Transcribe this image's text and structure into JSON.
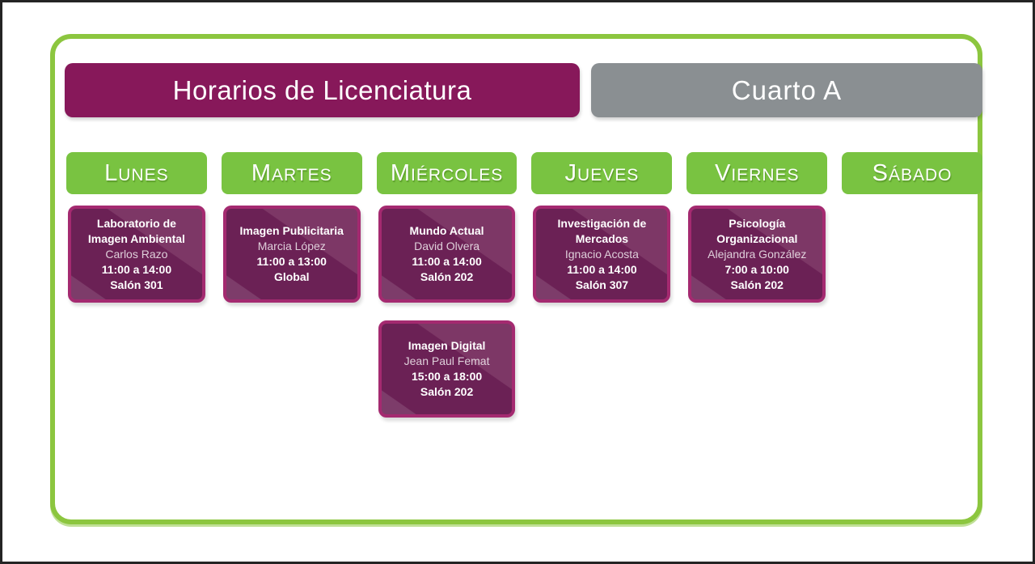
{
  "header": {
    "title": "Horarios de Licenciatura",
    "group": "Cuarto A"
  },
  "days": [
    "Lunes",
    "Martes",
    "Miércoles",
    "Jueves",
    "Viernes",
    "Sábado"
  ],
  "schedule": [
    {
      "day": "Lunes",
      "course": "Laboratorio de Imagen Ambiental",
      "instructor": "Carlos Razo",
      "time": "11:00 a 14:00",
      "room": "Salón 301"
    },
    {
      "day": "Martes",
      "course": "Imagen Publicitaria",
      "instructor": "Marcia López",
      "time": "11:00 a 13:00",
      "room": "Global"
    },
    {
      "day": "Miércoles",
      "course": "Mundo Actual",
      "instructor": "David Olvera",
      "time": "11:00 a 14:00",
      "room": "Salón 202"
    },
    {
      "day": "Jueves",
      "course": "Investigación de Mercados",
      "instructor": "Ignacio Acosta",
      "time": "11:00 a 14:00",
      "room": "Salón 307"
    },
    {
      "day": "Viernes",
      "course": "Psicología Organizacional",
      "instructor": "Alejandra González",
      "time": "7:00 a 10:00",
      "room": "Salón 202"
    },
    {
      "day": "Miércoles",
      "course": "Imagen Digital",
      "instructor": "Jean Paul Femat",
      "time": "15:00 a 18:00",
      "room": "Salón 202"
    }
  ],
  "colors": {
    "frame_green": "#8cc63f",
    "day_green": "#79c341",
    "title_purple": "#87185a",
    "group_gray": "#8a8f92",
    "card_border": "#a42a70",
    "card_dark": "#6b2155",
    "card_light": "#7d3766",
    "text": "#ffffff"
  }
}
